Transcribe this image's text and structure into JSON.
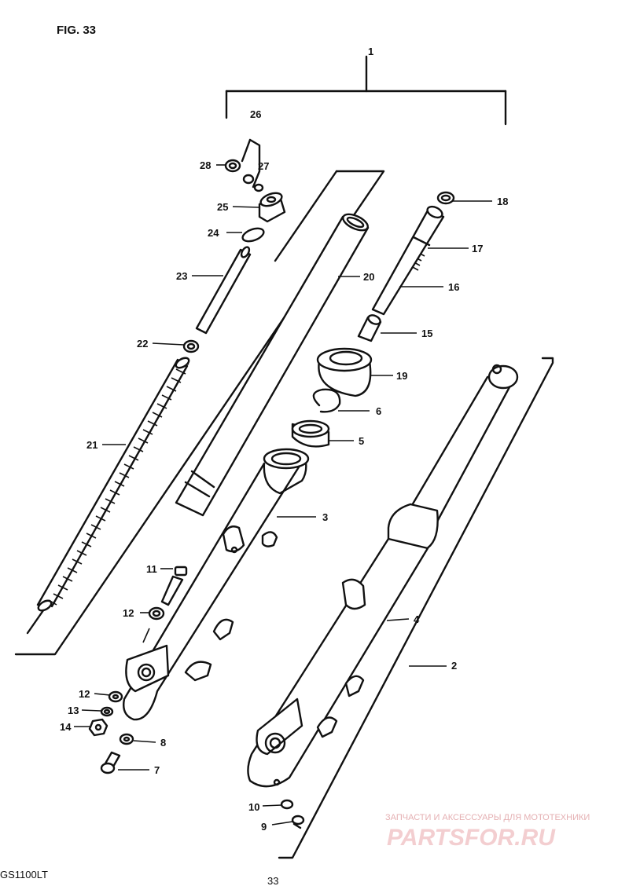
{
  "figure": {
    "title": "FIG. 33",
    "model": "GS1100LT",
    "page_number": "33"
  },
  "parts": [
    {
      "id": "fork-assembly",
      "number": "1"
    },
    {
      "id": "outer-tube-right",
      "number": "2"
    },
    {
      "id": "outer-tube-left",
      "number": "3"
    },
    {
      "id": "outer-tube-sticker",
      "number": "4"
    },
    {
      "id": "oil-seal",
      "number": "5"
    },
    {
      "id": "retaining-ring",
      "number": "6"
    },
    {
      "id": "drain-bolt",
      "number": "7"
    },
    {
      "id": "drain-gasket",
      "number": "8"
    },
    {
      "id": "damper-bolt",
      "number": "9"
    },
    {
      "id": "damper-bolt-gasket",
      "number": "10"
    },
    {
      "id": "axle-holder-bolt-left",
      "number": "11"
    },
    {
      "id": "washer-left",
      "number": "12"
    },
    {
      "id": "washer-lower",
      "number": "12"
    },
    {
      "id": "lock-washer",
      "number": "13"
    },
    {
      "id": "nut",
      "number": "14"
    },
    {
      "id": "cylinder-piece",
      "number": "15"
    },
    {
      "id": "damper-rod",
      "number": "16"
    },
    {
      "id": "rebound-spring",
      "number": "17"
    },
    {
      "id": "damper-ring",
      "number": "18"
    },
    {
      "id": "dust-boot",
      "number": "19"
    },
    {
      "id": "inner-tube",
      "number": "20"
    },
    {
      "id": "fork-spring",
      "number": "21"
    },
    {
      "id": "spring-seat",
      "number": "22"
    },
    {
      "id": "spacer",
      "number": "23"
    },
    {
      "id": "o-ring",
      "number": "24"
    },
    {
      "id": "cap-bolt",
      "number": "25"
    },
    {
      "id": "air-valve",
      "number": "26"
    },
    {
      "id": "valve-o-ring",
      "number": "27"
    },
    {
      "id": "valve-cap",
      "number": "28"
    }
  ],
  "watermark": {
    "top_text": "ЗАПЧАСТИ И АКСЕССУАРЫ ДЛЯ МОТОТЕХНИКИ",
    "brand": "PARTSFOR.RU",
    "color": "#e2a7aa"
  }
}
